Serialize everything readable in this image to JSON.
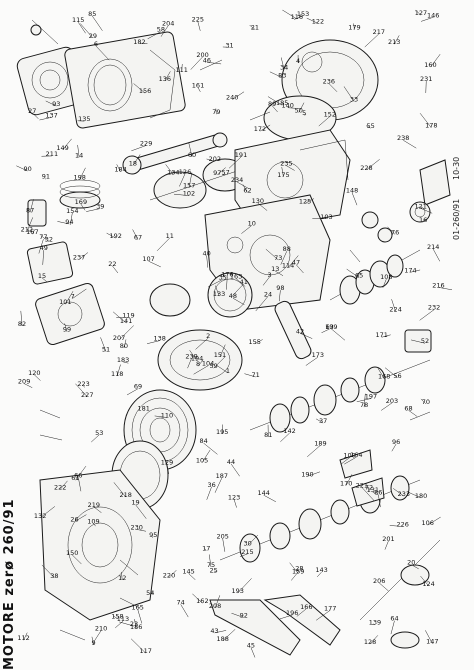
{
  "diagram": {
    "side_title": "MOTORE zerø 260/91",
    "ref_code_top": "10-30",
    "ref_code_bottom": "01-260/91",
    "callouts": [
      "1",
      "2",
      "3",
      "4",
      "5",
      "6",
      "7",
      "8",
      "9",
      "10",
      "11",
      "12",
      "13",
      "14",
      "15",
      "16",
      "17",
      "18",
      "19",
      "20",
      "21",
      "22",
      "23",
      "24",
      "25",
      "26",
      "27",
      "28",
      "29",
      "30",
      "31",
      "32",
      "33",
      "34",
      "35",
      "36",
      "37",
      "38",
      "39",
      "40",
      "41",
      "42",
      "43",
      "44",
      "45",
      "46",
      "47",
      "48",
      "49",
      "50",
      "51",
      "52",
      "53",
      "54",
      "55",
      "56",
      "57",
      "58",
      "59",
      "60",
      "61",
      "62",
      "63",
      "64",
      "65",
      "66",
      "67",
      "68",
      "69",
      "70",
      "71",
      "72",
      "73",
      "74",
      "75",
      "76",
      "77",
      "78",
      "79",
      "80",
      "81",
      "82",
      "83",
      "84",
      "85",
      "86",
      "87",
      "88",
      "89",
      "90",
      "91",
      "92",
      "93",
      "94",
      "95",
      "96",
      "97",
      "98",
      "99",
      "100",
      "101",
      "102",
      "103",
      "104",
      "105",
      "106",
      "107",
      "108",
      "109",
      "110",
      "111",
      "112",
      "113",
      "114",
      "115",
      "116",
      "117",
      "118",
      "119",
      "120",
      "121",
      "122",
      "123",
      "124",
      "125",
      "126",
      "127",
      "128",
      "129",
      "130",
      "131",
      "132",
      "133",
      "134",
      "135",
      "136",
      "137",
      "138",
      "139",
      "140",
      "141",
      "142",
      "143",
      "144",
      "145",
      "146",
      "147",
      "148",
      "149",
      "150",
      "151",
      "152",
      "153",
      "154",
      "155",
      "156",
      "157",
      "158",
      "159",
      "160",
      "161",
      "162",
      "163",
      "164",
      "165",
      "166",
      "167",
      "168",
      "169",
      "170",
      "171",
      "172",
      "173",
      "174",
      "175",
      "176",
      "177",
      "178",
      "179",
      "180",
      "181",
      "182",
      "183",
      "184",
      "185",
      "186",
      "187",
      "188",
      "189",
      "190",
      "191",
      "192",
      "193",
      "194",
      "195",
      "196",
      "197",
      "198",
      "199",
      "200",
      "201",
      "202",
      "203",
      "204",
      "205",
      "206",
      "207",
      "208",
      "209",
      "210",
      "211",
      "212",
      "213",
      "214",
      "215",
      "216",
      "217",
      "218",
      "219",
      "220",
      "221",
      "222",
      "223",
      "224",
      "225",
      "226",
      "227",
      "228",
      "229",
      "230",
      "231",
      "232",
      "233",
      "234",
      "235",
      "236",
      "237",
      "238",
      "239",
      "240"
    ]
  }
}
